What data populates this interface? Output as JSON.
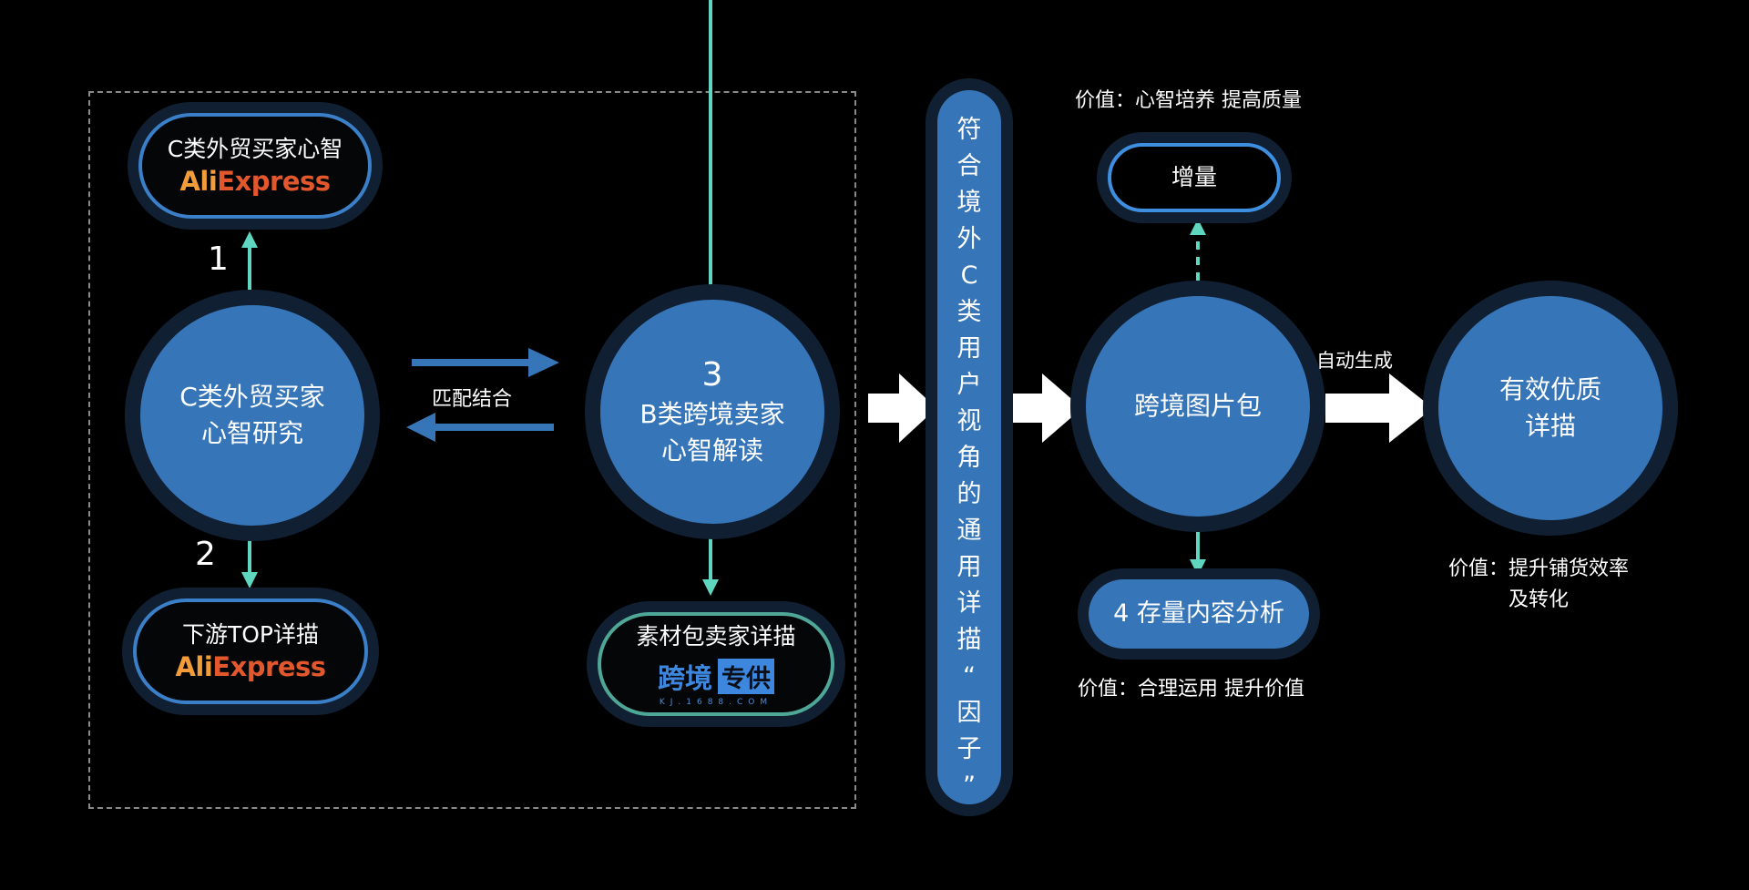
{
  "colors": {
    "background": "#000000",
    "node_fill": "#3675b8",
    "node_ring": "#101f31",
    "pill_border_blue": "#3a7fc8",
    "pill_border_teal": "#4fa897",
    "connector_teal": "#5fd6bf",
    "connector_blue": "#3675b8",
    "big_arrow": "#ffffff",
    "aliexpress_orange": "#f29c3a",
    "aliexpress_red": "#e2582c",
    "kj_blue": "#3d87df"
  },
  "left_group": {
    "top_pill": {
      "title": "C类外贸买家心智",
      "logo_a": "Ali",
      "logo_b": "Express"
    },
    "bottom_pill": {
      "title": "下游TOP详描",
      "logo_a": "Ali",
      "logo_b": "Express"
    },
    "main_circle": {
      "line1": "C类外贸买家",
      "line2": "心智研究"
    },
    "step1": "1",
    "step2": "2",
    "match_label": "匹配结合",
    "seller_circle": {
      "number": "3",
      "line1": "B类跨境卖家",
      "line2": "心智解读"
    },
    "seller_pill": {
      "title": "素材包卖家详描",
      "logo_text": "跨境",
      "logo_box": "专供",
      "logo_url": "KJ.1688.COM"
    }
  },
  "factor_bar": {
    "chars": [
      "符",
      "合",
      "境",
      "外",
      "C",
      "类",
      "用",
      "户",
      "视",
      "角",
      "的",
      "通",
      "用",
      "详",
      "描",
      "“",
      "因",
      "子",
      "”"
    ]
  },
  "right_group": {
    "value_top": "价值：心智培养 提高质量",
    "increment_pill": "增量",
    "package_circle": "跨境图片包",
    "stock_pill": "4 存量内容分析",
    "value_bottom": "价值：合理运用 提升价值",
    "auto_label": "自动生成",
    "result_circle": {
      "line1": "有效优质",
      "line2": "详描"
    },
    "value_result": {
      "line1": "价值：提升铺货效率",
      "line2": "及转化"
    }
  }
}
